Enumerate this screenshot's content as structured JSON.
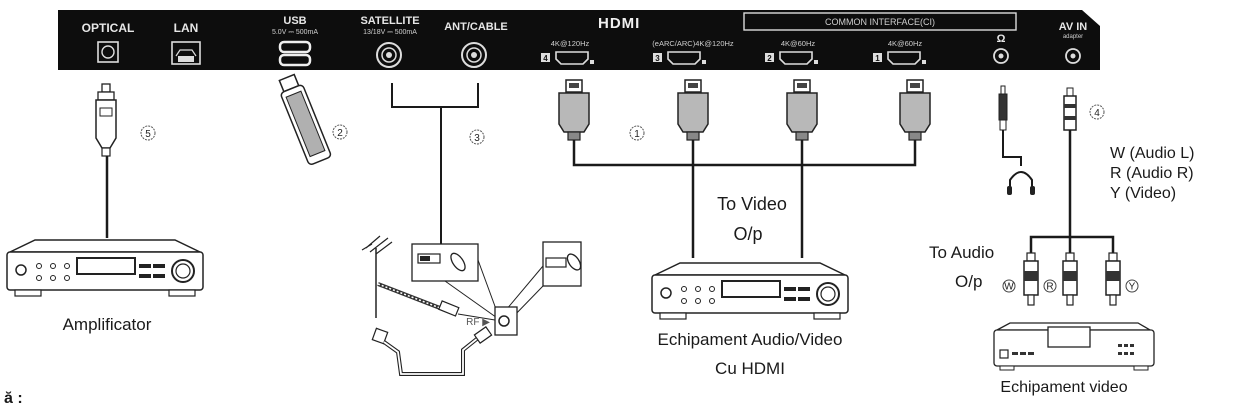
{
  "panel": {
    "ports": {
      "optical": {
        "label": "OPTICAL"
      },
      "lan": {
        "label": "LAN"
      },
      "usb": {
        "label": "USB",
        "spec": "5.0V ⎓ 500mA"
      },
      "satellite": {
        "label": "SATELLITE",
        "spec": "13/18V ⎓ 500mA"
      },
      "ant_cable": {
        "label": "ANT/CABLE"
      },
      "hdmi_logo": "HDMI",
      "hdmi": [
        {
          "num": "4",
          "spec": "4K@120Hz"
        },
        {
          "num": "3",
          "spec": "(eARC/ARC)4K@120Hz"
        },
        {
          "num": "2",
          "spec": "4K@60Hz"
        },
        {
          "num": "1",
          "spec": "4K@60Hz"
        }
      ],
      "common_interface": "COMMON INTERFACE(CI)",
      "headphone_symbol": "Ω",
      "av_in": {
        "label": "AV IN",
        "sub": "adapter"
      }
    }
  },
  "callouts": {
    "c1": "1",
    "c2": "2",
    "c3": "3",
    "c4": "4",
    "c5": "5"
  },
  "labels": {
    "amplifier": "Amplificator",
    "to_video_1": "To Video",
    "to_video_2": "O/p",
    "av_equipment_1": "Echipament Audio/Video",
    "av_equipment_2": "Cu HDMI",
    "rca_legend": [
      "W (Audio L)",
      "R (Audio R)",
      "Y (Video)"
    ],
    "to_audio_1": "To Audio",
    "to_audio_2": "O/p",
    "rca_badges": [
      "W",
      "R",
      "Y"
    ],
    "video_equipment": "Echipament video",
    "antenna_in": "RF ▶",
    "footer_fragment": "ă :"
  },
  "colors": {
    "panel_bg": "#0d0d0d",
    "line": "#1a1a1a",
    "plug_fill": "#b8b8b8",
    "usb_fill": "#b0b0b0"
  }
}
